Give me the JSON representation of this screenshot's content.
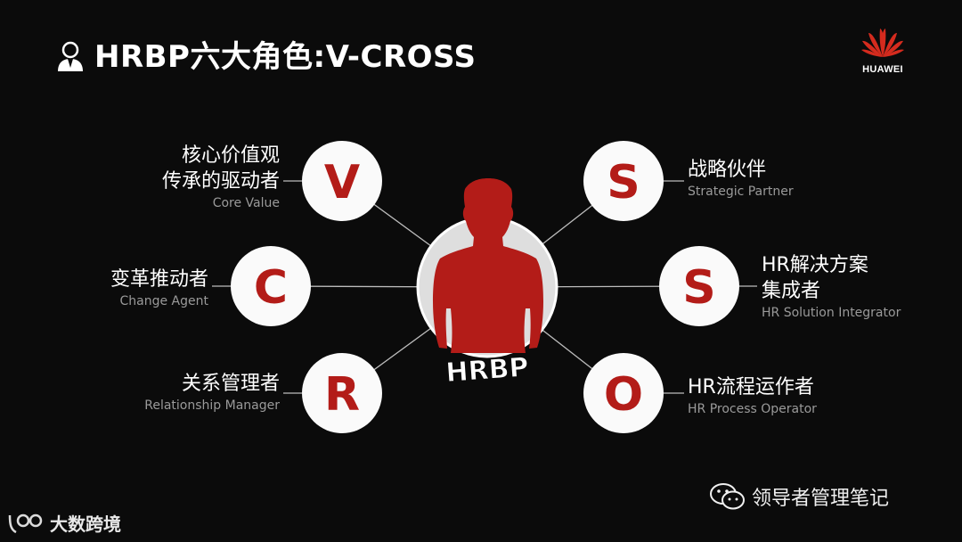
{
  "slide": {
    "title": "HRBP六大角色:V-CROSS",
    "brand": "HUAWEI",
    "center_label": "HRBP",
    "accent_color": "#b31c18",
    "roles": [
      {
        "letter": "V",
        "cn_line1": "核心价值观",
        "cn_line2": "传承的驱动者",
        "en": "Core Value"
      },
      {
        "letter": "C",
        "cn_line1": "变革推动者",
        "en": "Change Agent"
      },
      {
        "letter": "R",
        "cn_line1": "关系管理者",
        "en": "Relationship Manager"
      },
      {
        "letter": "S",
        "cn_line1": "战略伙伴",
        "en": "Strategic Partner"
      },
      {
        "letter": "S",
        "cn_line1": "HR解决方案",
        "cn_line2": "集成者",
        "en": "HR Solution Integrator"
      },
      {
        "letter": "O",
        "cn_line1": "HR流程运作者",
        "en": "HR Process Operator"
      }
    ]
  },
  "footer": {
    "left_text": "大数跨境",
    "right_text": "领导者管理笔记"
  }
}
